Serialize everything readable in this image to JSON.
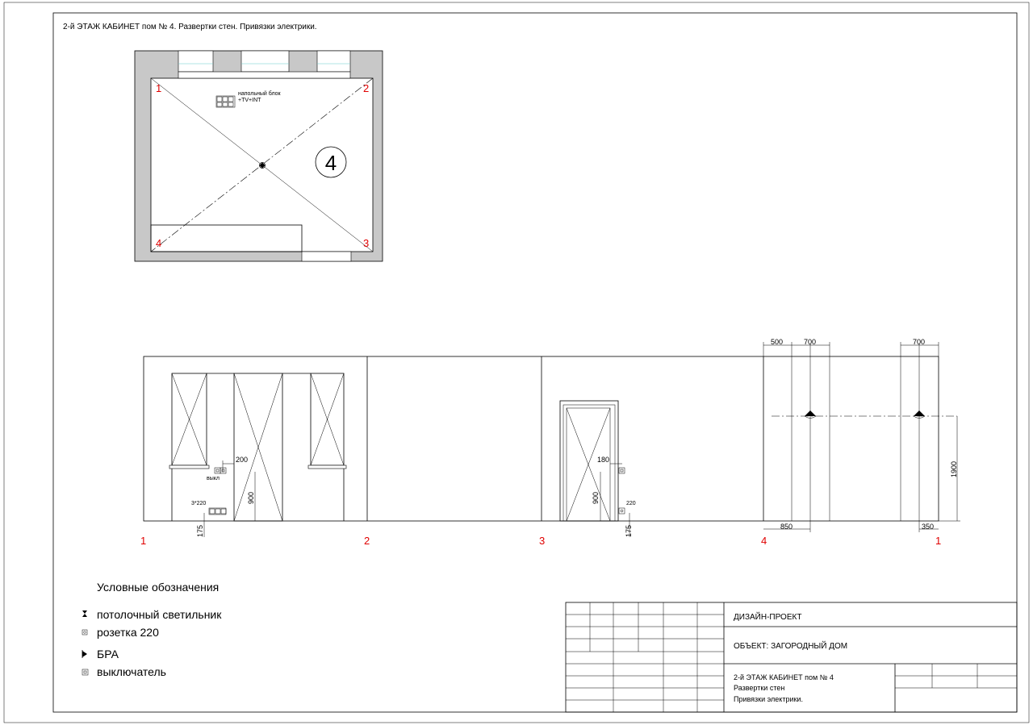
{
  "sheet_title": "2-й ЭТАЖ  КАБИНЕТ пом № 4. Развертки стен. Привязки электрики.",
  "plan": {
    "room_number": "4",
    "corners": [
      "1",
      "2",
      "3",
      "4"
    ],
    "floor_block_label_1": "напольный блок",
    "floor_block_label_2": "+TV+INT"
  },
  "elevation": {
    "wall_marks": [
      "1",
      "2",
      "3",
      "4",
      "1"
    ],
    "dims": {
      "d200": "200",
      "d900a": "900",
      "d175a": "175",
      "d180": "180",
      "d900b": "900",
      "d175b": "175",
      "d500": "500",
      "d700a": "700",
      "d850": "850",
      "d700b": "700",
      "d350": "350",
      "d1900": "1900"
    },
    "labels": {
      "switch": "выкл",
      "socket3": "3*220",
      "socket": "220"
    }
  },
  "legend": {
    "title": "Условные обозначения",
    "items": [
      {
        "icon": "ceiling-light-icon",
        "label": "потолочный светильник"
      },
      {
        "icon": "socket-icon",
        "label": "розетка 220"
      },
      {
        "icon": "wall-lamp-icon",
        "label": "БРА"
      },
      {
        "icon": "switch-icon",
        "label": "выключатель"
      }
    ]
  },
  "title_block": {
    "project": "ДИЗАЙН-ПРОЕКТ",
    "object": "ОБЪЕКТ: ЗАГОРОДНЫЙ ДОМ",
    "sheet_line1": "2-й ЭТАЖ  КАБИНЕТ пом № 4",
    "sheet_line2": "Развертки стен",
    "sheet_line3": "Привязки электрики."
  }
}
